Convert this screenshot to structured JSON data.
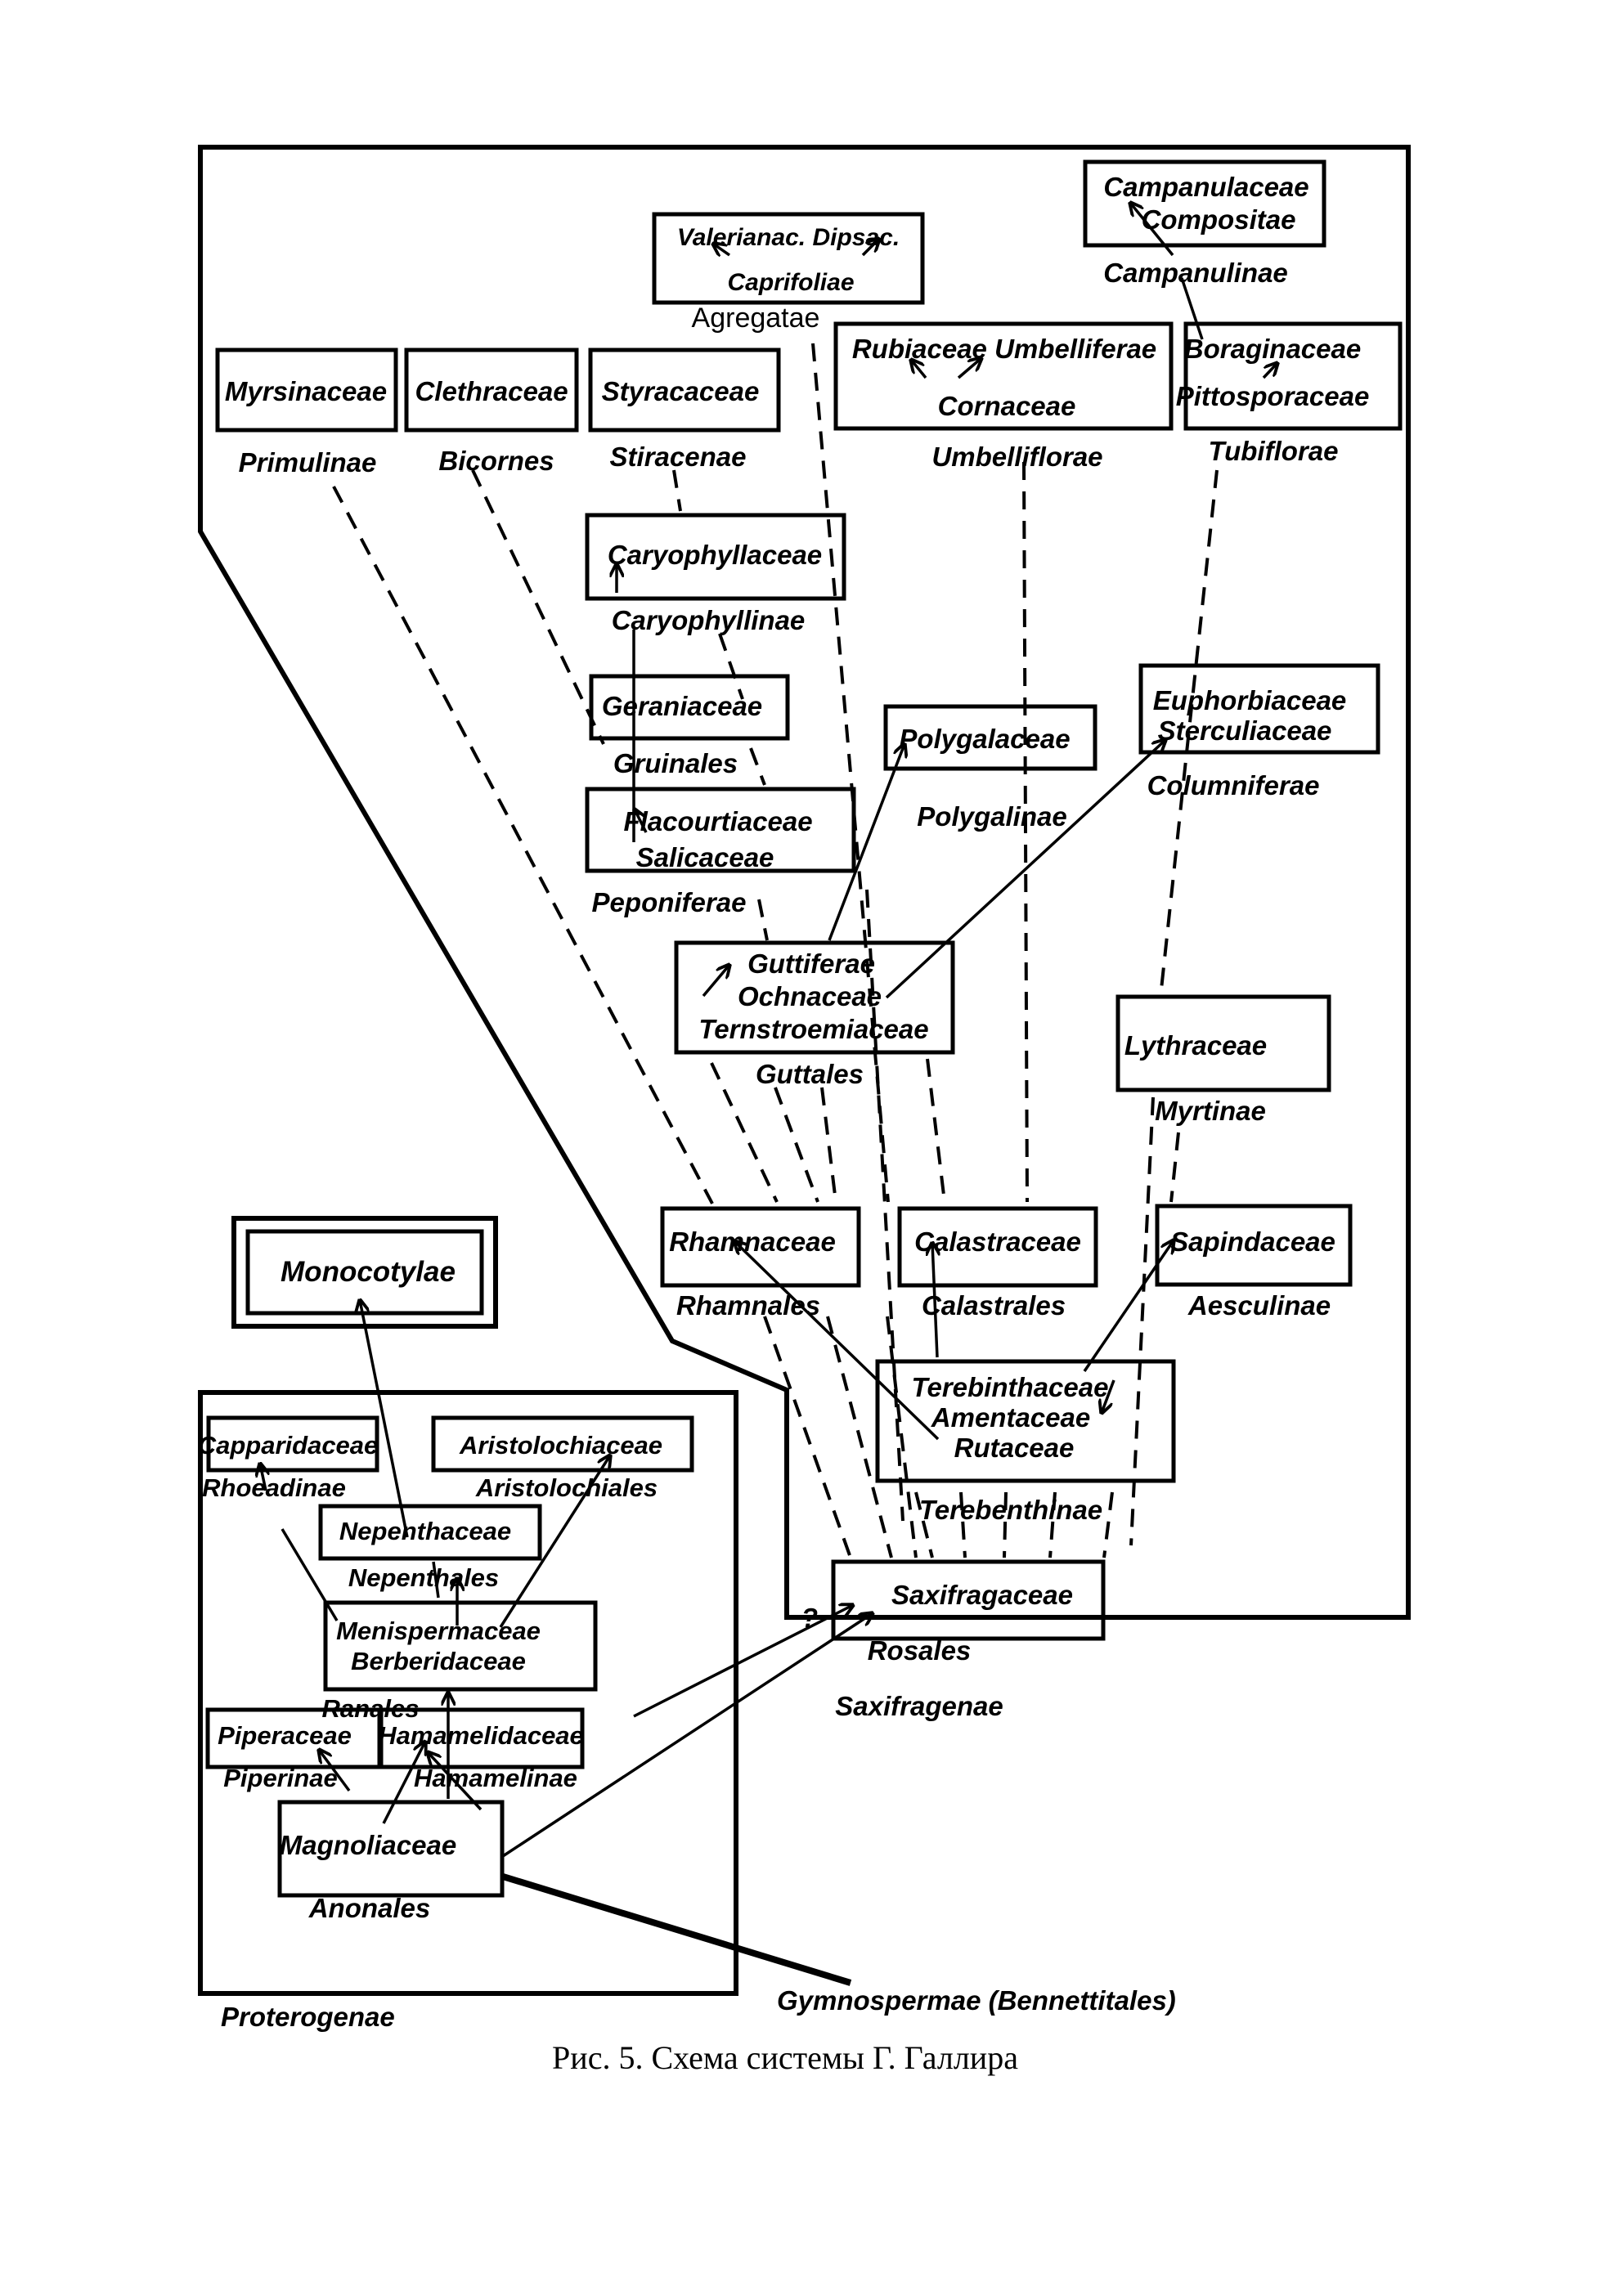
{
  "caption": "Рис. 5. Схема системы Г. Галлира",
  "groups": {
    "proterogenae": "Proterogenae",
    "saxifragenae": "Saxifragenae",
    "gymnospermae": "Gymnospermae (Bennettitales)",
    "question_mark": "?"
  },
  "nodes": {
    "campanulaceae": [
      "Campanulaceae",
      "Compositae"
    ],
    "campanulinae": "Campanulinae",
    "valerianac": [
      "Valerianac. Dipsac.",
      "Caprifoliae"
    ],
    "agregatae": "Agregatae",
    "myrsinaceae": "Myrsinaceae",
    "primulinae": "Primulinae",
    "clethraceae": "Clethraceae",
    "bicornes": "Bicornes",
    "styracaceae": "Styracaceae",
    "stiracenae": "Stiracenae",
    "rubiaceae": [
      "Rubiaceae Umbelliferae",
      "Cornaceae"
    ],
    "umbelliflorae": "Umbelliflorae",
    "boraginaceae": [
      "Boraginaceae",
      "Pittosporaceae"
    ],
    "tubiflorae": "Tubiflorae",
    "caryophyllaceae": "Caryophyllaceae",
    "caryophyllinae": "Caryophyllinae",
    "geraniaceae": "Geraniaceae",
    "gruinales": "Gruinales",
    "flacourtiaceae": [
      "Flacourtiaceae",
      "Salicaceae"
    ],
    "peponiferae": "Peponiferae",
    "polygalaceae": "Polygalaceae",
    "polygalinae": "Polygalinae",
    "euphorbiaceae": [
      "Euphorbiaceae",
      "Sterculiaceae"
    ],
    "columniferae": "Columniferae",
    "guttiferae": [
      "Guttiferae",
      "Ochnaceae",
      "Ternstroemiaceae"
    ],
    "guttales": "Guttales",
    "lythraceae": "Lythraceae",
    "myrtinae": "Myrtinae",
    "rhamnaceae": "Rhamnaceae",
    "rhamnales": "Rhamnales",
    "calastraceae": "Calastraceae",
    "calastrales": "Calastrales",
    "sapindaceae": "Sapindaceae",
    "aesculinae": "Aesculinae",
    "terebinthaceae": [
      "Terebinthaceae",
      "Amentaceae",
      "Rutaceae"
    ],
    "terebenthinae": "Terebenthinae",
    "saxifragaceae": "Saxifragaceae",
    "rosales": "Rosales",
    "monocotylae": "Monocotylae",
    "capparidaceae": "Capparidaceae",
    "rhoeadinae": "Rhoeadinae",
    "aristolochiaceae": "Aristolochiaceae",
    "aristolochiales": "Aristolochiales",
    "nepenthaceae": "Nepenthaceae",
    "nepenthales": "Nepenthales",
    "menispermaceae": [
      "Menispermaceae",
      "Berberidaceae"
    ],
    "ranales": "Ranales",
    "piperaceae": "Piperaceae",
    "piperinae": "Piperinae",
    "hamamelidaceae": "Hamamelidaceae",
    "hamamelinae": "Hamamelinae",
    "magnoliaceae": "Magnoliaceae",
    "anonales": "Anonales"
  }
}
